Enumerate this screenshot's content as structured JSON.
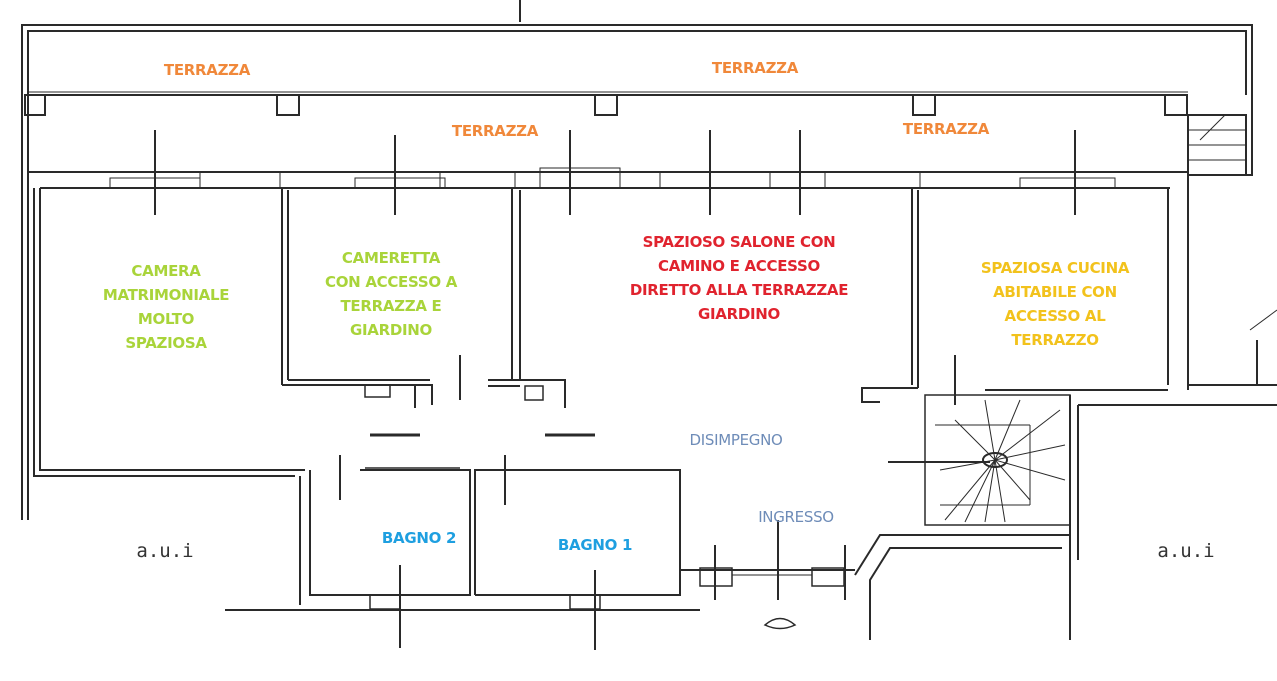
{
  "colors": {
    "terrace": "#f0883a",
    "bedroom": "#a9d43a",
    "living": "#e0232e",
    "kitchen": "#f2c21c",
    "bathroom": "#1e9fe0",
    "circulation": "#6e8cb8",
    "walls": "#2a2a2a"
  },
  "terraces": [
    "TERRAZZA",
    "TERRAZZA",
    "TERRAZZA",
    "TERRAZZA"
  ],
  "rooms": {
    "camera": [
      "CAMERA",
      "MATRIMONIALE",
      "MOLTO",
      "SPAZIOSA"
    ],
    "cameretta": [
      "CAMERETTA",
      "CON ACCESSO A",
      "TERRAZZA E",
      "GIARDINO"
    ],
    "salone": [
      "SPAZIOSO SALONE CON",
      "CAMINO E ACCESSO",
      "DIRETTO ALLA TERRAZZAE",
      "GIARDINO"
    ],
    "cucina": [
      "SPAZIOSA CUCINA",
      "ABITABILE CON",
      "ACCESSO AL",
      "TERRAZZO"
    ],
    "disimpegno": "DISIMPEGNO",
    "ingresso": "INGRESSO",
    "bagno2": "BAGNO 2",
    "bagno1": "BAGNO 1"
  },
  "other_units": [
    "a.u.i",
    "a.u.i"
  ]
}
